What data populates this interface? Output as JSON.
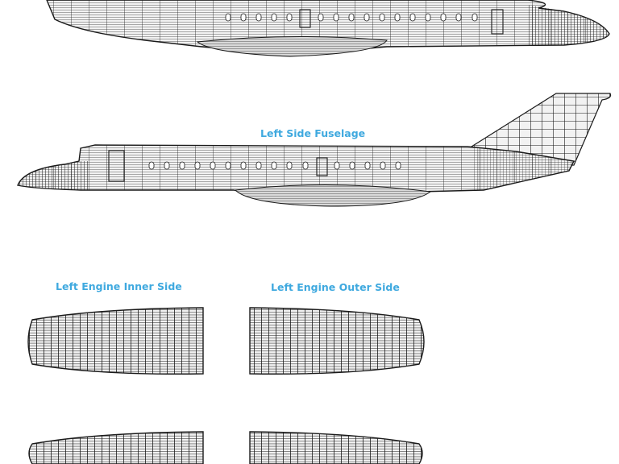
{
  "labels": {
    "fuselage": "Left Side Fuselage",
    "engine_inner": "Left Engine Inner Side",
    "engine_outer": "Left Engine Outer Side"
  },
  "colors": {
    "label": "#3fa9df",
    "line": "#1a1a1a",
    "fill": "#f2f2f2",
    "background": "#ffffff"
  }
}
